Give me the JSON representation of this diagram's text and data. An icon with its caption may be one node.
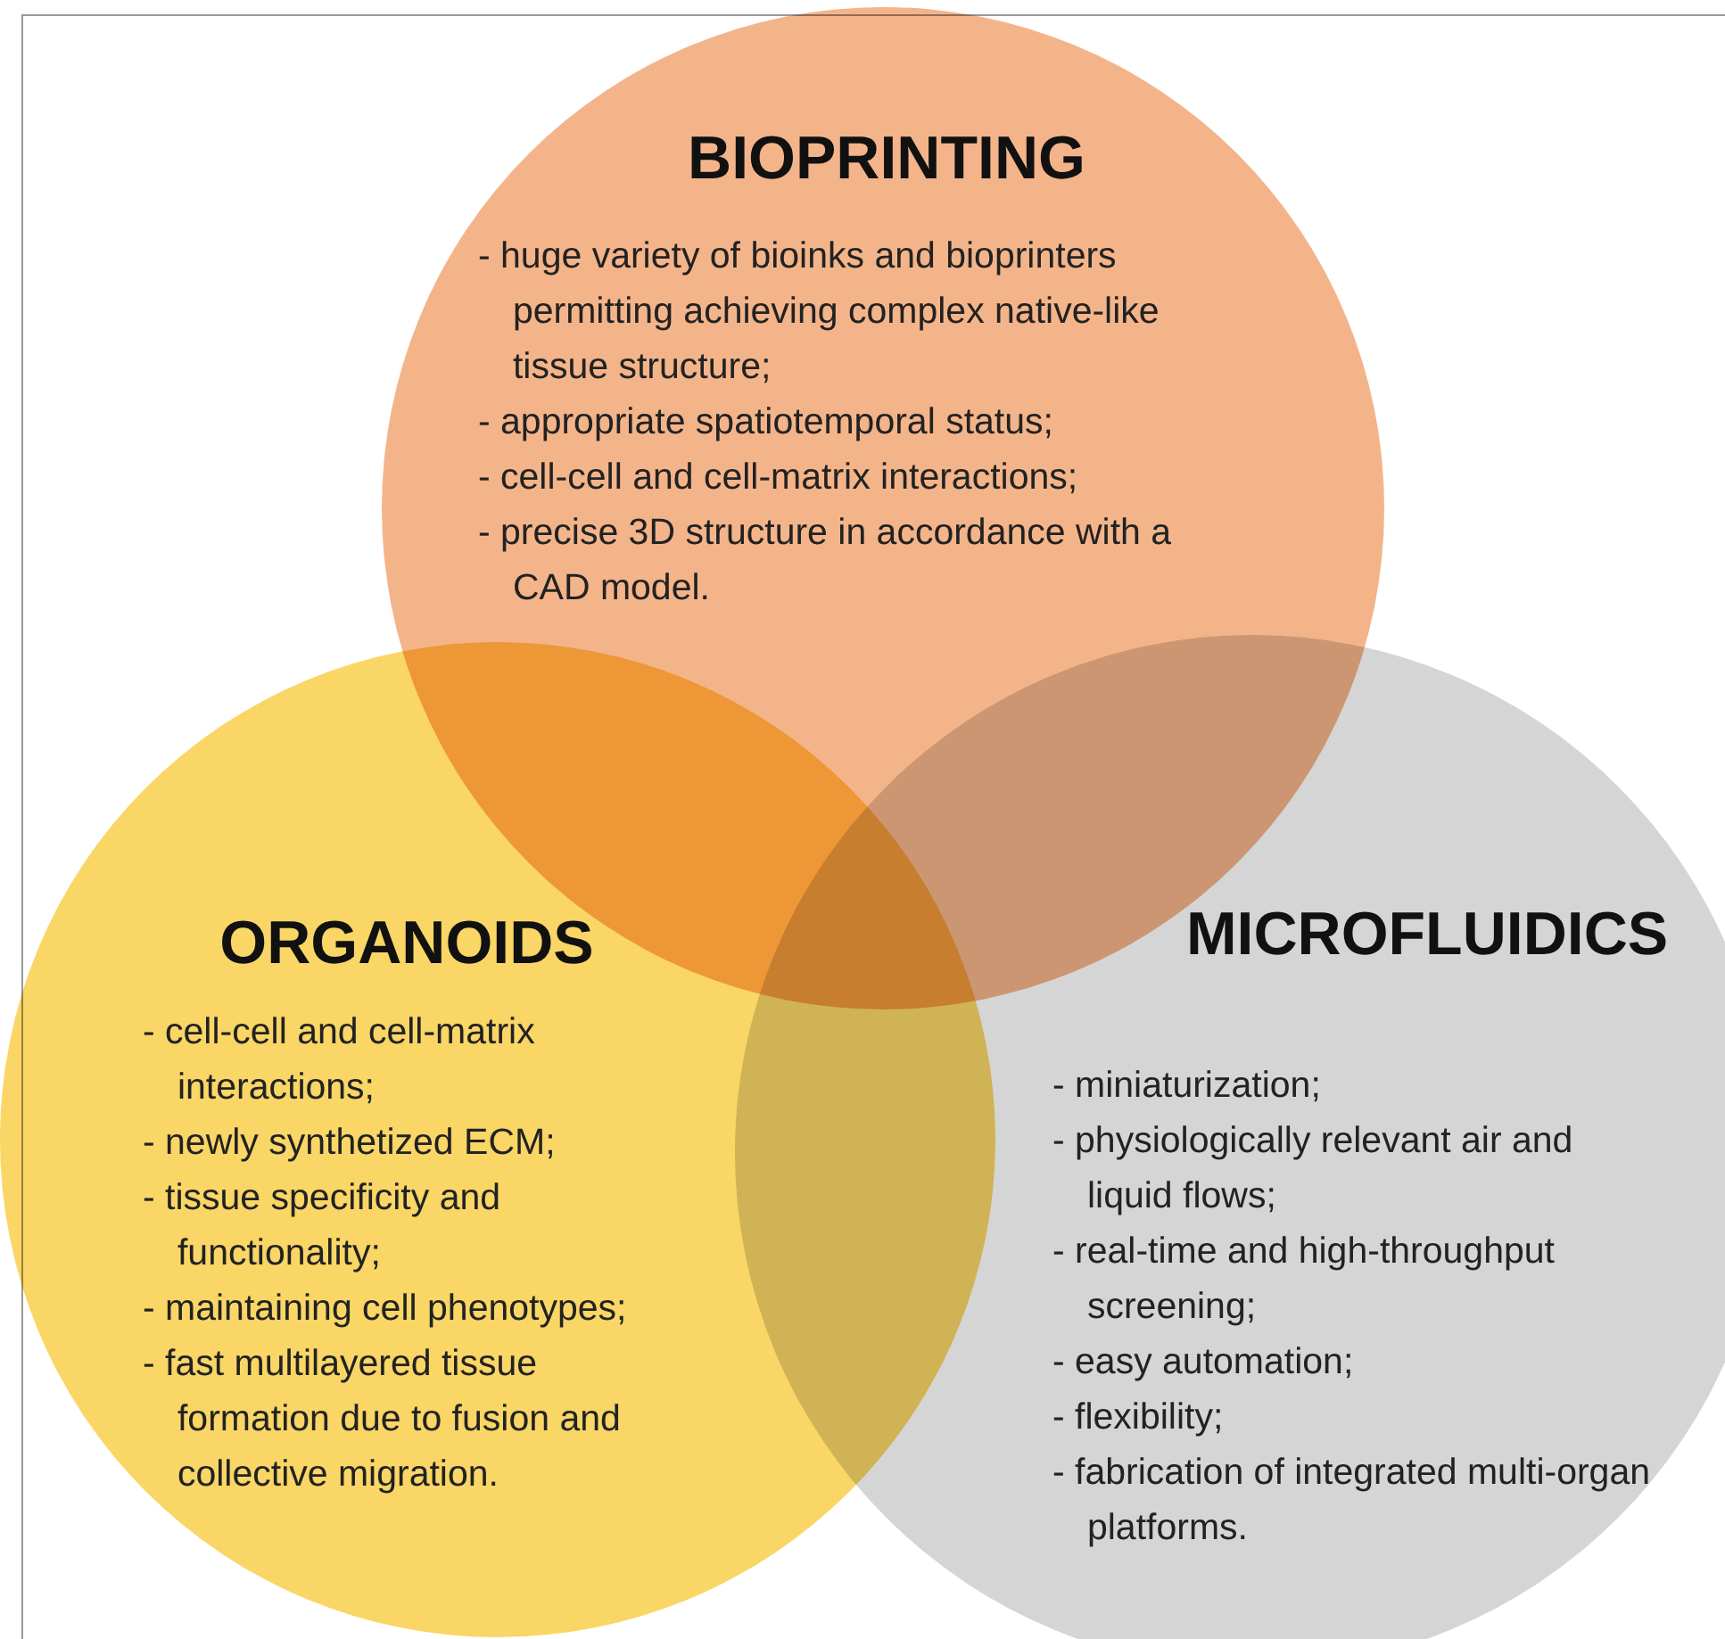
{
  "diagram": {
    "nodes": [
      {
        "text": [
          "BIOPRINTING",
          "- huge variety of bioinks and bioprinters permitting achieving complex native-like tissue structure;",
          "- appropriate spatiotemporal status;",
          "- cell-cell and cell-matrix interactions;",
          "- precise 3D structure in accordance with a CAD model."
        ]
      },
      {
        "text": [
          "ORGANOIDS",
          "- cell-cell and cell-matrix interactions;",
          "- newly synthetized ECM;",
          "- tissue specificity and functionality;",
          "- maintaining cell phenotypes;",
          "- fast multilayered tissue formation due to fusion and collective migration."
        ]
      },
      {
        "text": [
          "MICROFLUIDICS",
          "- miniaturization;",
          "- physiologically relevant air and liquid flows;",
          "- real-time and high-throughput screening;",
          "- easy automation;",
          "- flexibility;",
          "- fabrication of integrated multi-organ platforms."
        ]
      }
    ]
  }
}
